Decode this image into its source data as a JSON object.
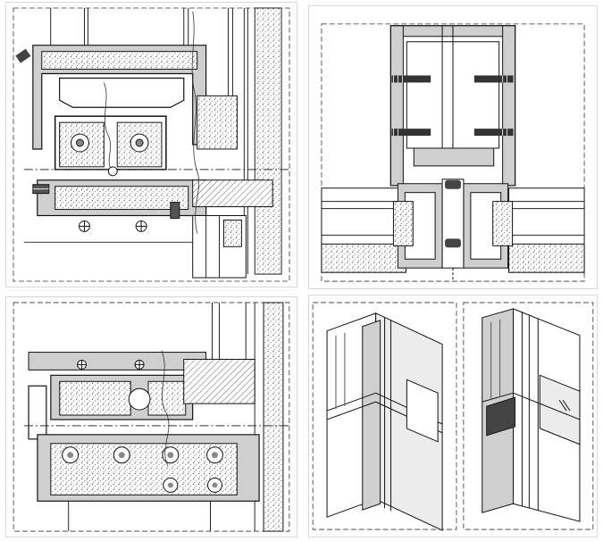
{
  "colors": {
    "background": "#ffffff",
    "line": "#1a1a1a",
    "profile_fill": "#cfcfcf",
    "glass_fill": "#ececec",
    "insulation_speckle": "#8a8a8a",
    "dashed_border": "#333333"
  },
  "panels": [
    {
      "id": "detail-top-left",
      "kind": "section-detail"
    },
    {
      "id": "detail-top-right",
      "kind": "mullion-section"
    },
    {
      "id": "detail-bottom-left",
      "kind": "section-detail"
    },
    {
      "id": "detail-bottom-right",
      "kind": "isometric-views"
    }
  ],
  "icons": [
    "bolt-icon",
    "screw-icon",
    "gasket-icon"
  ]
}
